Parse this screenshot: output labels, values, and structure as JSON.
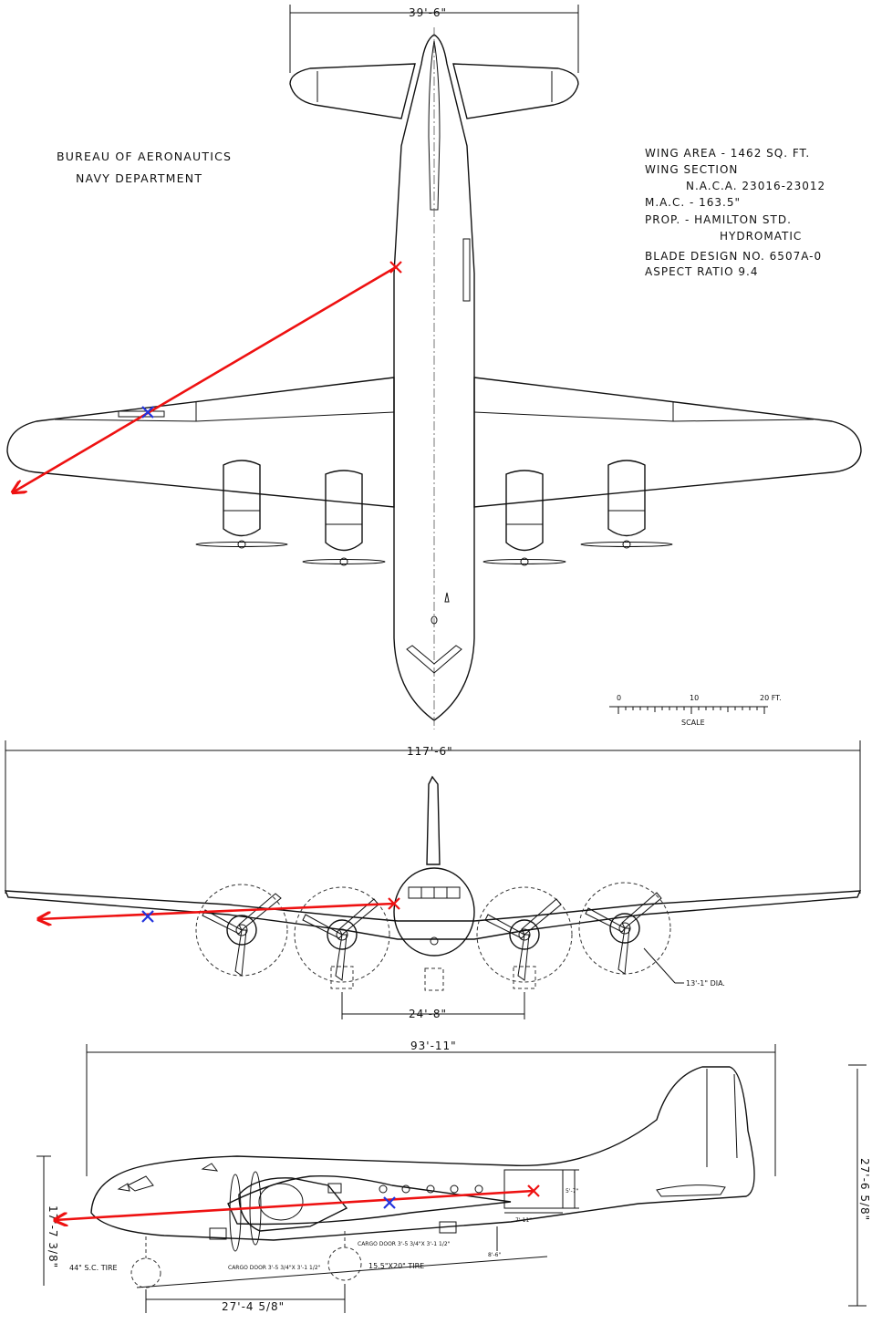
{
  "header": {
    "org_line1": "BUREAU OF AERONAUTICS",
    "org_line2": "NAVY DEPARTMENT"
  },
  "specs": {
    "wing_area": "WING AREA - 1462 SQ. FT.",
    "wing_section": "WING SECTION",
    "naca": "N.A.C.A. 23016-23012",
    "mac": "M.A.C. - 163.5\"",
    "prop1": "PROP. - HAMILTON STD.",
    "prop2": "HYDROMATIC",
    "blade": "BLADE DESIGN NO. 6507A-0",
    "aspect": "ASPECT RATIO 9.4"
  },
  "scale": {
    "t0": "0",
    "t10": "10",
    "t20": "20 FT.",
    "label": "SCALE"
  },
  "dimensions": {
    "tail_span": "39'-6\"",
    "wing_span": "117'-6\"",
    "prop_dia": "13'-1\" DIA.",
    "tread": "24'-8\"",
    "length": "93'-11\"",
    "height_tail": "27'-6 5/8\"",
    "height_fus": "17'-7 3/8\"",
    "door_h": "5'-7\"",
    "door_w": "7'-11\"",
    "door_sill": "8'-6\"",
    "wheelbase": "27'-4 5/8\"",
    "nose_tire": "44\" S.C. TIRE",
    "main_tire": "15.5\"X20\" TIRE",
    "cargo_door_1": "CARGO DOOR 3'-5 3/4\"X 3'-1 1/2\"",
    "cargo_door_2": "CARGO DOOR 3'-5 3/4\"X 3'-1 1/2\""
  },
  "colors": {
    "ink": "#111111",
    "annotation_red": "#ee1111",
    "annotation_blue": "#2233dd"
  }
}
